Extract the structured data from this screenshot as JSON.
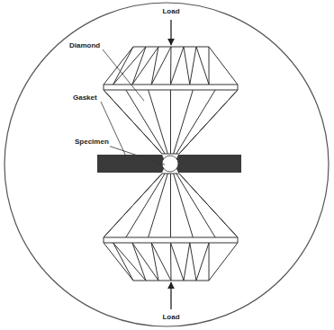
{
  "diagram": {
    "labels": [
      "Load",
      "Diamond",
      "Gasket",
      "Specimen",
      "Load"
    ]
  }
}
